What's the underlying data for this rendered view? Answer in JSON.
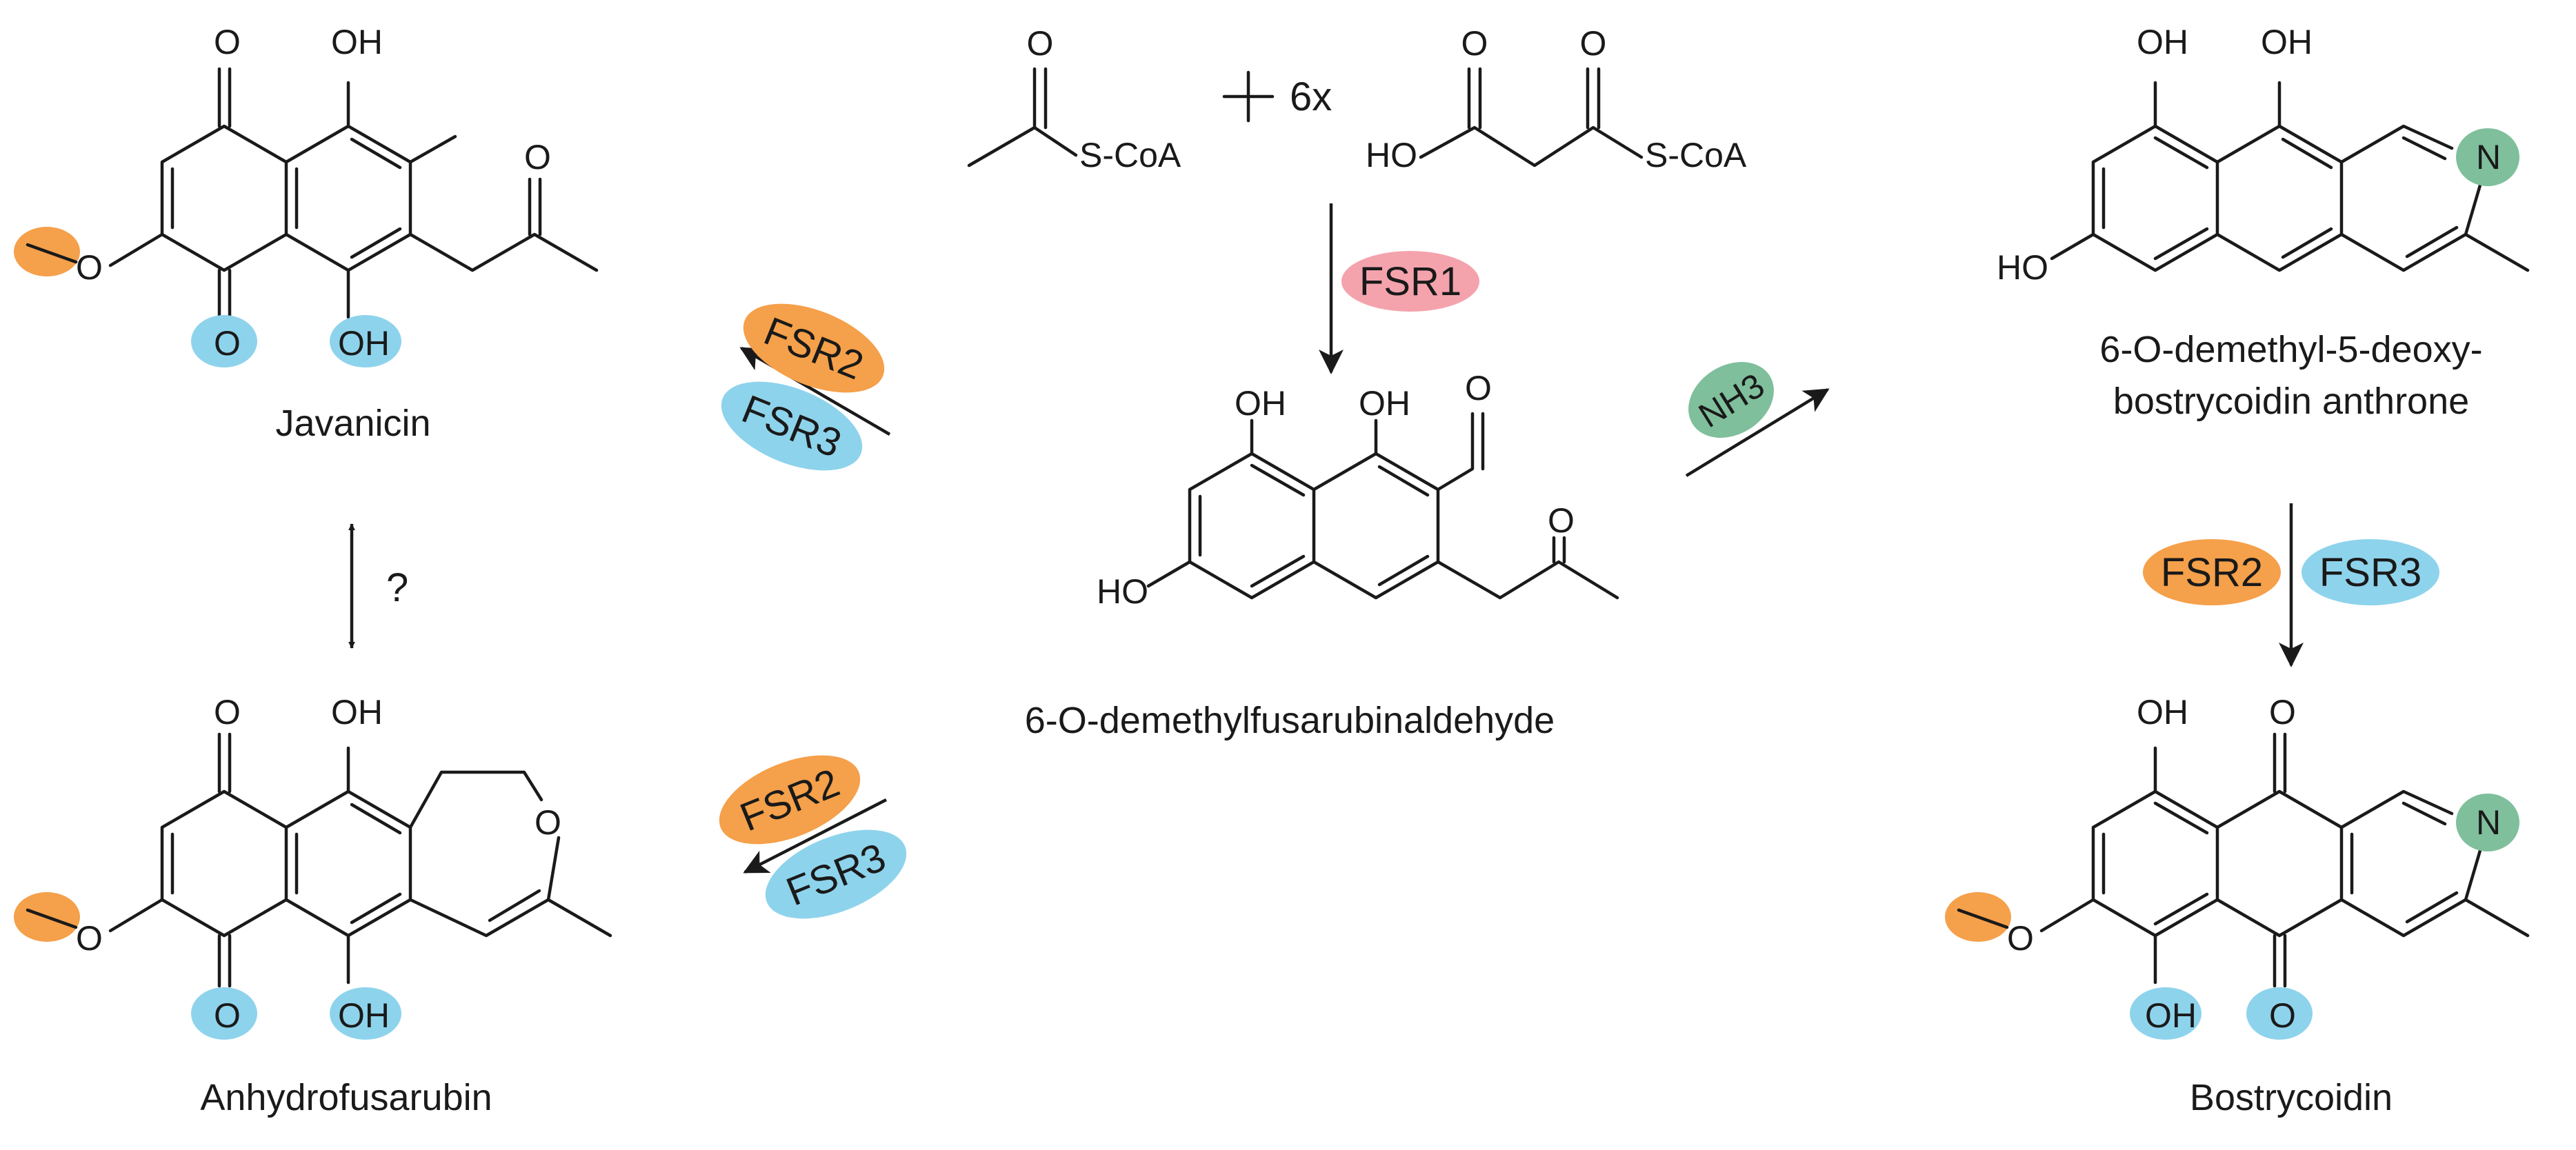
{
  "colors": {
    "fsr1": "#f4a3ad",
    "fsr2": "#f5a04a",
    "fsr3": "#8ed3ec",
    "nh3": "#7fbf9c",
    "ink": "#1a1a1a"
  },
  "substrates": {
    "acetyl_coa": "S-CoA",
    "plus_mult": "6x",
    "malonyl_oh": "HO",
    "malonyl_coa": "S-CoA"
  },
  "enzymes": {
    "fsr1": "FSR1",
    "fsr2": "FSR2",
    "fsr3": "FSR3",
    "nh3": "NH3"
  },
  "atoms": {
    "o": "O",
    "oh": "OH",
    "ho": "HO",
    "n": "N"
  },
  "compounds": {
    "javanicin": "Javanicin",
    "anhydrofusarubin": "Anhydrofusarubin",
    "intermediate": "6-O-demethylfusarubinaldehyde",
    "anthrone_line1": "6-O-demethyl-5-deoxy-",
    "anthrone_line2": "bostrycoidin anthrone",
    "bostrycoidin": "Bostrycoidin"
  },
  "question_mark": "?"
}
